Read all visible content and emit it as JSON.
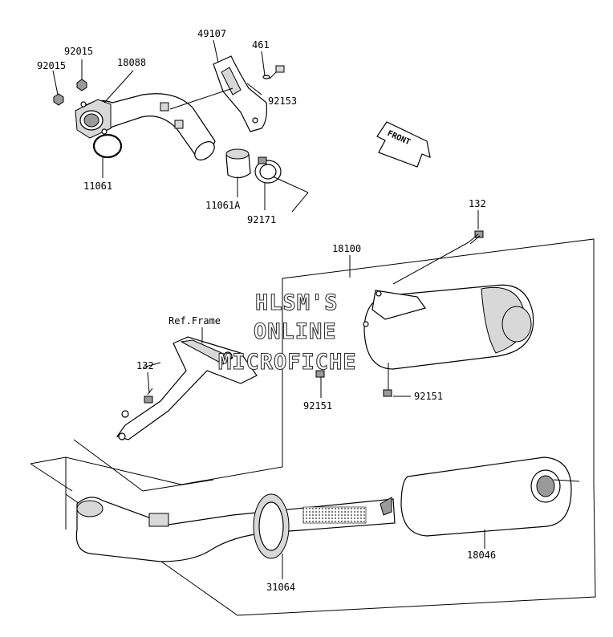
{
  "labels": {
    "p92015a": "92015",
    "p92015b": "92015",
    "p18088": "18088",
    "p49107": "49107",
    "p461": "461",
    "p92153": "92153",
    "p11061": "11061",
    "p11061a": "11061A",
    "p92171": "92171",
    "p132a": "132",
    "p18100": "18100",
    "ref_frame": "Ref.Frame",
    "p132b": "132",
    "p92151a": "92151",
    "p92151b": "92151",
    "p18046": "18046",
    "p31064": "31064"
  },
  "front_arrow": "FRONT",
  "watermark": [
    "HLSM'S",
    "ONLINE",
    "MICROFICHE"
  ]
}
